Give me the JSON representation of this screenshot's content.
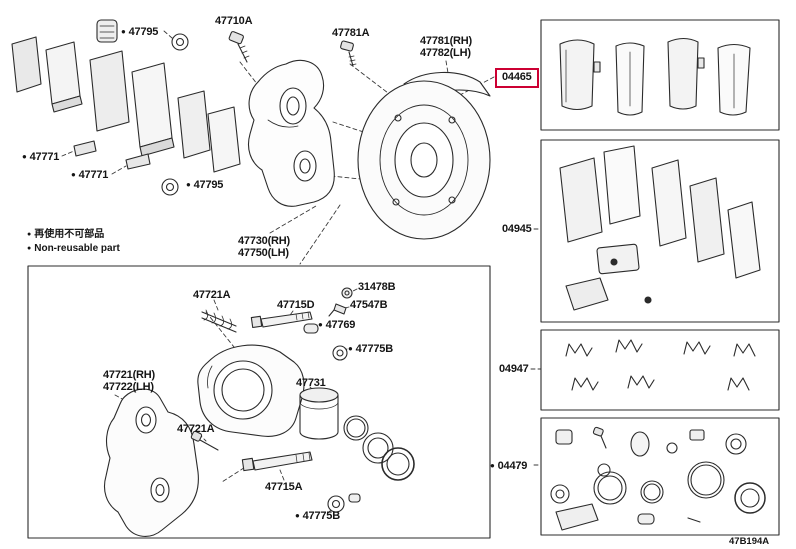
{
  "colors": {
    "highlight": "#cc0033",
    "ink": "#1a1a1a",
    "background": "#ffffff"
  },
  "legend": {
    "bullet": "●",
    "jp": "再使用不可部品",
    "en": "Non-reusable part"
  },
  "footer": {
    "diagram_code": "47B194A"
  },
  "labels": {
    "shim_top": {
      "bullet": "●",
      "text": "47795"
    },
    "bolt_47710A": {
      "text": "47710A"
    },
    "bolt_47781A": {
      "text": "47781A"
    },
    "shield_rh": {
      "text": "47781(RH)"
    },
    "shield_lh": {
      "text": "47782(LH)"
    },
    "pad_kit": {
      "text": "04465"
    },
    "support_1": {
      "bullet": "●",
      "text": "47771"
    },
    "support_2": {
      "bullet": "●",
      "text": "47771"
    },
    "shim_2": {
      "bullet": "●",
      "text": "47795"
    },
    "cylinder_rh": {
      "text": "47730(RH)"
    },
    "cylinder_lh": {
      "text": "47750(LH)"
    },
    "pin_upper": {
      "text": "47721A"
    },
    "cap_31478B": {
      "text": "31478B"
    },
    "pin_47715D": {
      "text": "47715D"
    },
    "bleeder_47547B": {
      "text": "47547B"
    },
    "bush_47769": {
      "bullet": "●",
      "text": "47769"
    },
    "boot_upper": {
      "bullet": "●",
      "text": "47775B"
    },
    "plate_rh": {
      "text": "47721(RH)"
    },
    "plate_lh": {
      "text": "47722(LH)"
    },
    "piston_47731": {
      "text": "47731"
    },
    "pin_lower_47721A": {
      "text": "47721A"
    },
    "pin_47715A": {
      "text": "47715A"
    },
    "boot_lower": {
      "bullet": "●",
      "text": "47775B"
    },
    "kit_04945": {
      "text": "04945"
    },
    "kit_04947": {
      "text": "04947"
    },
    "kit_04479": {
      "bullet": "●",
      "text": "04479"
    }
  }
}
